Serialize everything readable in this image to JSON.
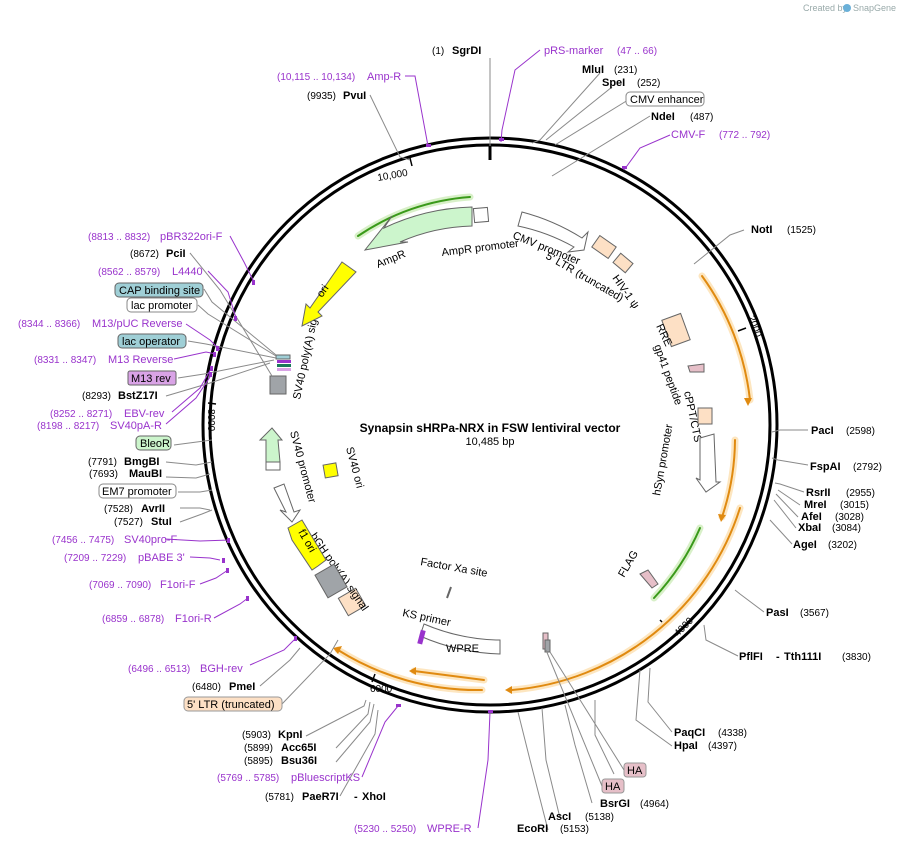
{
  "credit": {
    "created_by": "Created by",
    "brand": "SnapGene"
  },
  "map": {
    "title": "Synapsin sHRPa-NRX in FSW lentiviral vector",
    "length": "10,485 bp",
    "ticks": [
      "2000",
      "4000",
      "6000",
      "8000",
      "10,000"
    ]
  },
  "enzymes": [
    {
      "name": "SgrDI",
      "pos": "(1)"
    },
    {
      "name": "MluI",
      "pos": "(231)"
    },
    {
      "name": "SpeI",
      "pos": "(252)"
    },
    {
      "name": "NdeI",
      "pos": "(487)"
    },
    {
      "name": "NotI",
      "pos": "(1525)"
    },
    {
      "name": "PacI",
      "pos": "(2598)"
    },
    {
      "name": "FspAI",
      "pos": "(2792)"
    },
    {
      "name": "RsrII",
      "pos": "(2955)"
    },
    {
      "name": "MreI",
      "pos": "(3015)"
    },
    {
      "name": "AfeI",
      "pos": "(3028)"
    },
    {
      "name": "XbaI",
      "pos": "(3084)"
    },
    {
      "name": "AgeI",
      "pos": "(3202)"
    },
    {
      "name": "PasI",
      "pos": "(3567)"
    },
    {
      "name": "PflFI",
      "name2": "Tth111I",
      "pos": "(3830)"
    },
    {
      "name": "PaqCI",
      "pos": "(4338)"
    },
    {
      "name": "HpaI",
      "pos": "(4397)"
    },
    {
      "name": "BsrGI",
      "pos": "(4964)"
    },
    {
      "name": "AscI",
      "pos": "(5138)"
    },
    {
      "name": "EcoRI",
      "pos": "(5153)"
    },
    {
      "name": "PaeR7I",
      "name2": "XhoI",
      "pos": "(5781)"
    },
    {
      "name": "Bsu36I",
      "pos": "(5895)"
    },
    {
      "name": "Acc65I",
      "pos": "(5899)"
    },
    {
      "name": "KpnI",
      "pos": "(5903)"
    },
    {
      "name": "PmeI",
      "pos": "(6480)"
    },
    {
      "name": "AvrII",
      "pos": "(7528)"
    },
    {
      "name": "StuI",
      "pos": "(7527)"
    },
    {
      "name": "MauBI",
      "pos": "(7693)"
    },
    {
      "name": "BmgBI",
      "pos": "(7791)"
    },
    {
      "name": "BstZ17I",
      "pos": "(8293)"
    },
    {
      "name": "PciI",
      "pos": "(8672)"
    },
    {
      "name": "PvuI",
      "pos": "(9935)"
    }
  ],
  "primers": [
    {
      "name": "pRS-marker",
      "range": "(47 .. 66)"
    },
    {
      "name": "CMV-F",
      "range": "(772 .. 792)"
    },
    {
      "name": "Amp-R",
      "range": "(10,115 .. 10,134)"
    },
    {
      "name": "pBR322ori-F",
      "range": "(8813 .. 8832)"
    },
    {
      "name": "L4440",
      "range": "(8562 .. 8579)"
    },
    {
      "name": "M13/pUC Reverse",
      "range": "(8344 .. 8366)"
    },
    {
      "name": "M13 Reverse",
      "range": "(8331 .. 8347)"
    },
    {
      "name": "EBV-rev",
      "range": "(8252 .. 8271)"
    },
    {
      "name": "SV40pA-R",
      "range": "(8198 .. 8217)"
    },
    {
      "name": "SV40pro-F",
      "range": "(7456 .. 7475)"
    },
    {
      "name": "pBABE 3'",
      "range": "(7209 .. 7229)"
    },
    {
      "name": "F1ori-F",
      "range": "(7069 .. 7090)"
    },
    {
      "name": "F1ori-R",
      "range": "(6859 .. 6878)"
    },
    {
      "name": "BGH-rev",
      "range": "(6496 .. 6513)"
    },
    {
      "name": "pBluescriptKS",
      "range": "(5769 .. 5785)"
    },
    {
      "name": "WPRE-R",
      "range": "(5230 .. 5250)"
    }
  ],
  "boxed_labels": {
    "cmv_enhancer": "CMV enhancer",
    "cap_binding_site": "CAP binding site",
    "lac_promoter": "lac promoter",
    "lac_operator": "lac operator",
    "m13_rev": "M13 rev",
    "bleor": "BleoR",
    "em7_promoter": "EM7 promoter",
    "ltr_truncated": "5' LTR (truncated)",
    "ha1": "HA",
    "ha2": "HA"
  },
  "features": {
    "ampr": "AmpR",
    "ampr_promoter": "AmpR promoter",
    "cmv_promoter": "CMV promoter",
    "ltr5": "5' LTR (truncated)",
    "hiv_psi": "HIV-1 ψ",
    "rre": "RRE",
    "gp41": "gp41 peptide",
    "cppt": "cPPT/CTS",
    "hsyn": "hSyn promoter",
    "flag": "FLAG",
    "wpre": "WPRE",
    "ks_primer": "KS primer",
    "factor_xa": "Factor Xa site",
    "ori": "ori",
    "sv40_polya": "SV40 poly(A) signal",
    "sv40_promoter": "SV40 promoter",
    "sv40_ori": "SV40 ori",
    "f1_ori": "f1 ori",
    "bgh_polya": "bGH poly(A) signal"
  },
  "colors": {
    "primer": "#9933cc",
    "orf_orange": "#f0a030",
    "orf_green": "#6ab04c",
    "ampr_fill": "#ccf5cc",
    "ori_fill": "#ffff00",
    "ltr_fill": "#fde0c5",
    "lac_fill": "#9fcfd6",
    "m13_fill": "#d9a3e6",
    "ha_fill": "#e6bfc8",
    "grey_feature": "#a0a4a8"
  }
}
